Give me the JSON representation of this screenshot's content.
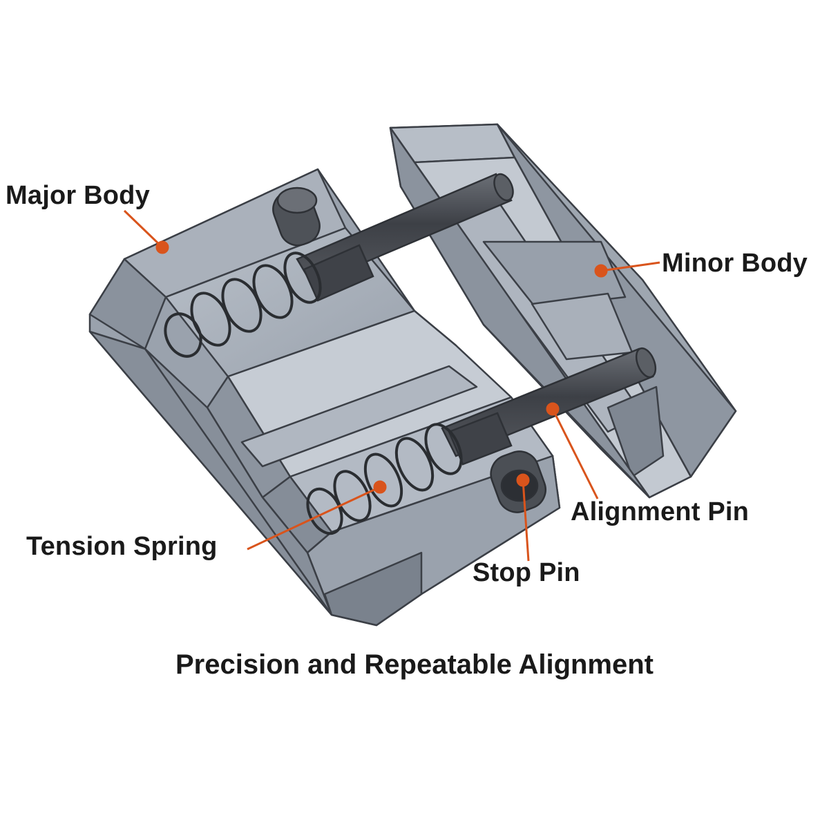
{
  "labels": {
    "major_body": "Major Body",
    "minor_body": "Minor Body",
    "alignment_pin": "Alignment Pin",
    "tension_spring": "Tension Spring",
    "stop_pin": "Stop Pin"
  },
  "caption": "Precision and Repeatable Alignment",
  "colors": {
    "leader": "#d9541c",
    "body_fill": "#a3aab4",
    "body_edge": "#3b3f46",
    "pin_fill": "#4a4d53",
    "face_light": "#c7cdd5"
  }
}
